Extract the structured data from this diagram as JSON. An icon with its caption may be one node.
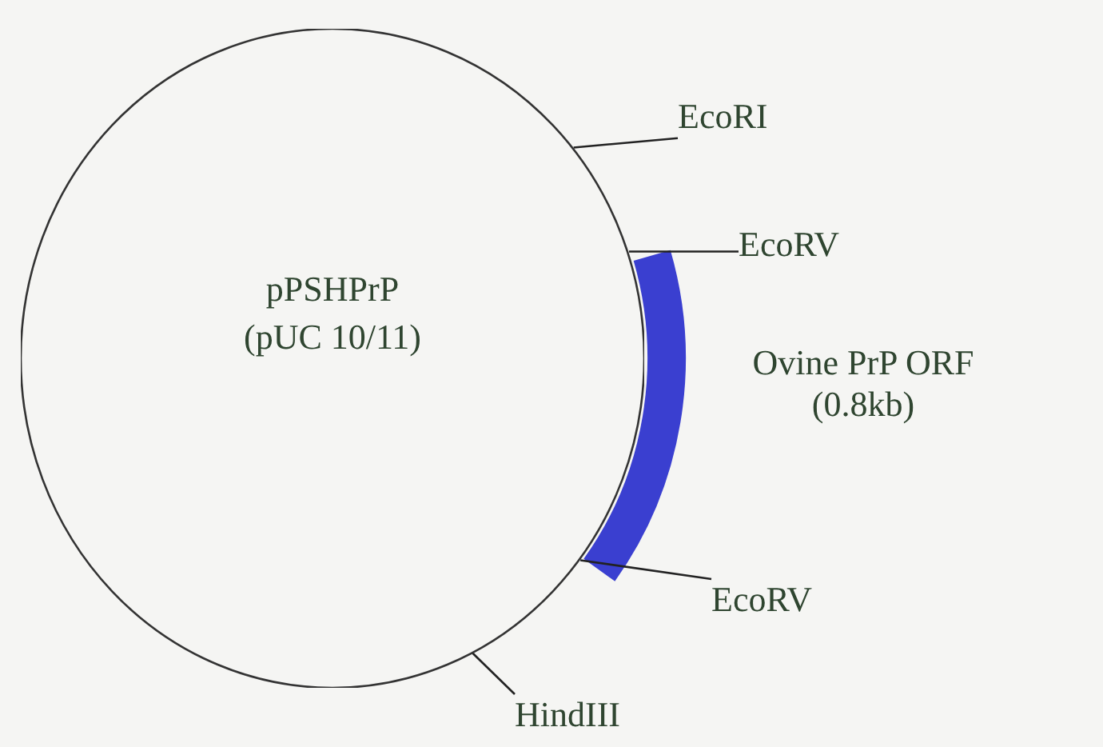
{
  "diagram": {
    "nodes": [
      {
        "text": [
          "pPSHPrP",
          "(pUC 10/11)"
        ]
      },
      {
        "text": [
          "EcoRI"
        ]
      },
      {
        "text": [
          "EcoRV"
        ]
      },
      {
        "text": [
          "EcoRV"
        ]
      },
      {
        "text": [
          "HindIII"
        ]
      }
    ],
    "edges": [
      {
        "from": 1,
        "to": 0,
        "arrow": "none"
      },
      {
        "from": 2,
        "to": 0,
        "arrow": "none"
      },
      {
        "from": 3,
        "to": 0,
        "arrow": "none"
      },
      {
        "from": 4,
        "to": 0,
        "arrow": "none"
      }
    ],
    "labels": [
      "Ovine PrP ORF (0.8kb)"
    ]
  }
}
